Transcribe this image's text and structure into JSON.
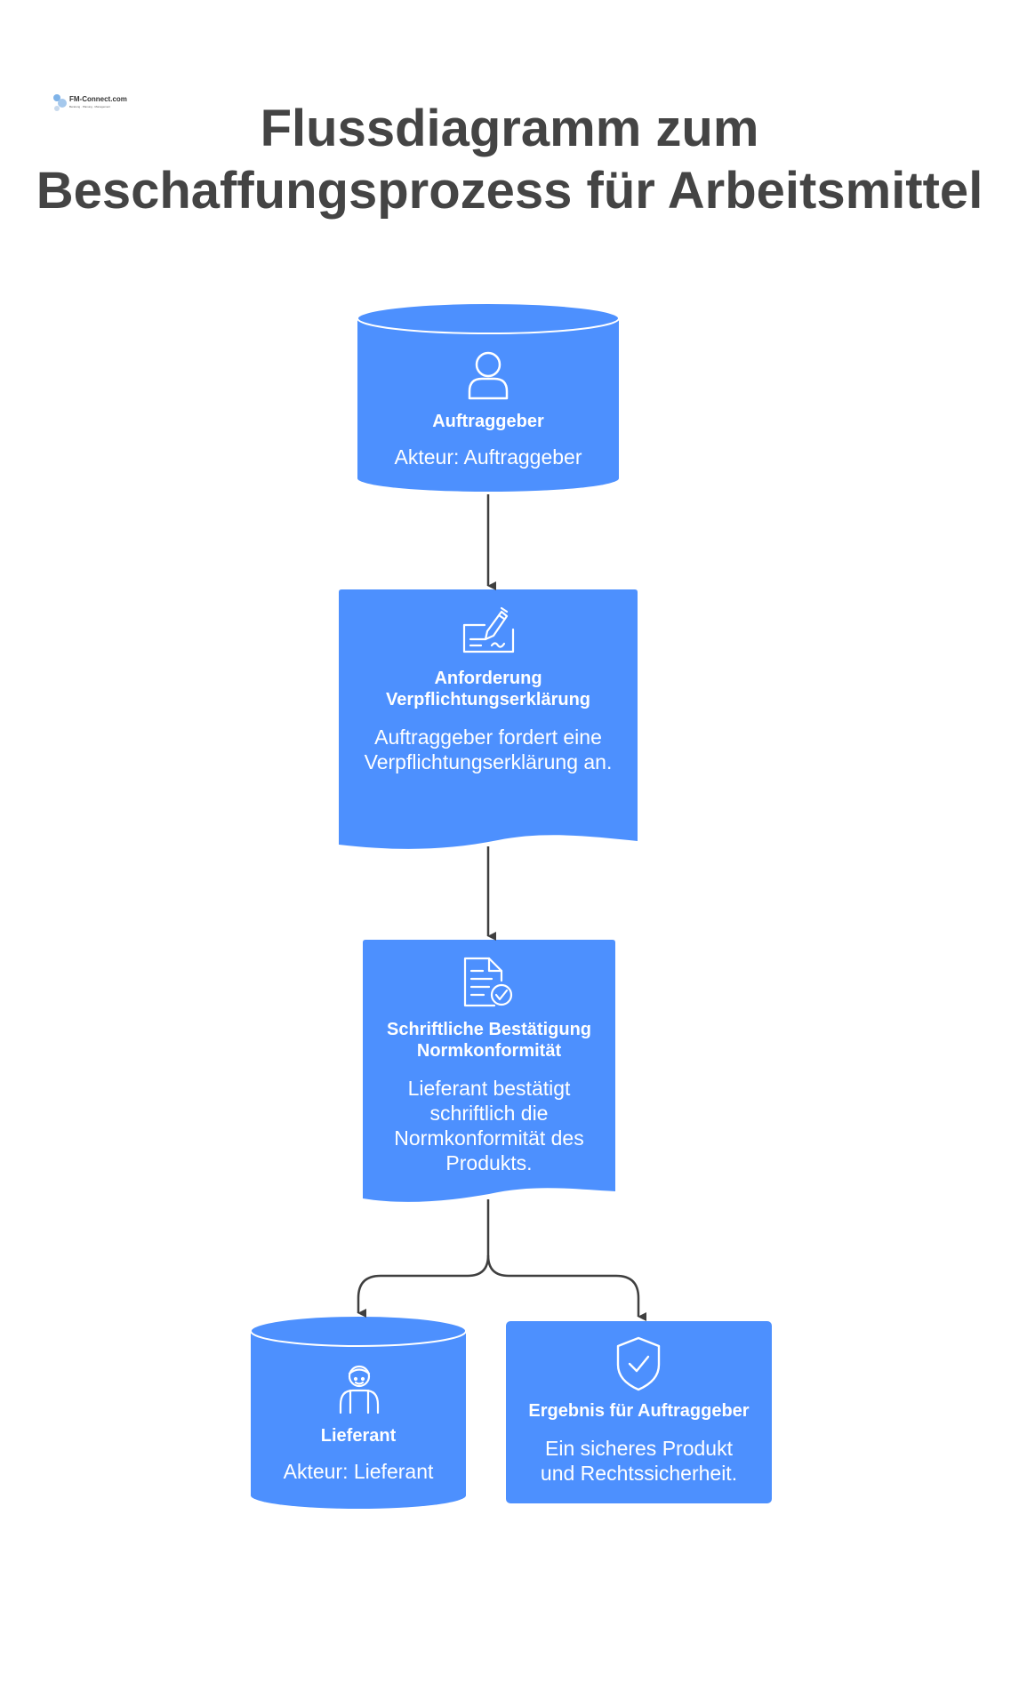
{
  "logo": {
    "name": "FM-Connect.com",
    "tagline": "Beratung · Planung · Management"
  },
  "title": {
    "line1": "Flussdiagramm zum",
    "line2": "Beschaffungsprozess für Arbeitsmittel"
  },
  "colors": {
    "node_fill": "#4D90FE",
    "arrow": "#3f3f3f",
    "title": "#444444",
    "text": "#ffffff"
  },
  "nodes": [
    {
      "id": "auftraggeber",
      "shape": "cylinder",
      "icon": "user-icon",
      "title": "Auftraggeber",
      "description": "Akteur: Auftraggeber"
    },
    {
      "id": "anforderung",
      "shape": "document",
      "icon": "signed-document-icon",
      "title": "Anforderung Verpflichtungserklärung",
      "description": "Auftraggeber fordert eine Verpflichtungserklärung an."
    },
    {
      "id": "bestaetigung",
      "shape": "document",
      "icon": "document-check-icon",
      "title": "Schriftliche Bestätigung Normkonformität",
      "description": "Lieferant bestätigt schriftlich die Normkonformität des Produkts."
    },
    {
      "id": "lieferant",
      "shape": "cylinder",
      "icon": "worker-icon",
      "title": "Lieferant",
      "description": "Akteur: Lieferant"
    },
    {
      "id": "ergebnis",
      "shape": "rectangle",
      "icon": "shield-check-icon",
      "title": "Ergebnis für Auftraggeber",
      "description": "Ein sicheres Produkt und Rechtssicherheit."
    }
  ],
  "edges": [
    {
      "from": "auftraggeber",
      "to": "anforderung"
    },
    {
      "from": "anforderung",
      "to": "bestaetigung"
    },
    {
      "from": "bestaetigung",
      "to": "lieferant"
    },
    {
      "from": "bestaetigung",
      "to": "ergebnis"
    }
  ]
}
